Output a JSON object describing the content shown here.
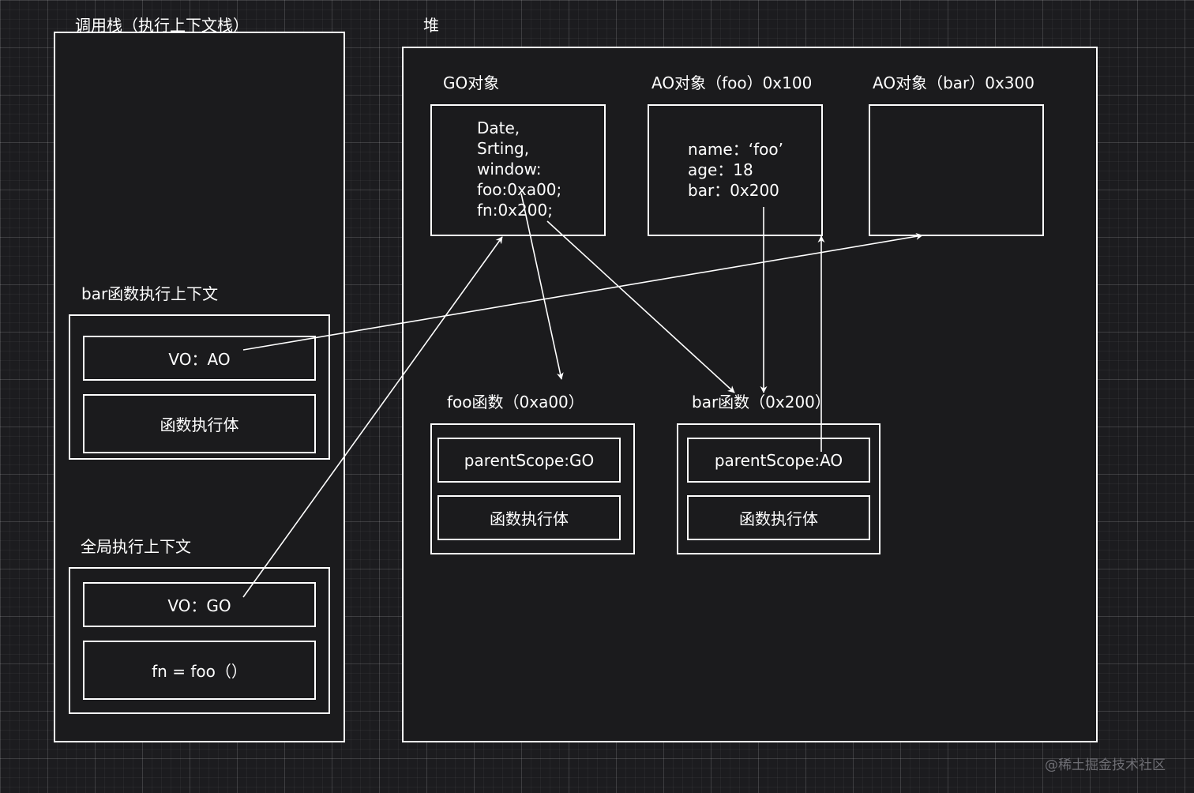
{
  "stack": {
    "title": "调用栈（执行上下文栈）",
    "bar_ctx": {
      "label": "bar函数执行上下文",
      "vo": "VO：AO",
      "body": "函数执行体"
    },
    "global_ctx": {
      "label": "全局执行上下文",
      "vo": "VO：GO",
      "body": "fn = foo（）"
    }
  },
  "heap": {
    "title": "堆",
    "go": {
      "label": "GO对象",
      "lines": [
        "Date,",
        "Srting,",
        "window:",
        "foo:0xa00;",
        "fn:0x200;"
      ]
    },
    "ao_foo": {
      "label": "AO对象（foo）0x100",
      "lines": [
        "name：‘foo’",
        "age：18",
        "bar：0x200"
      ]
    },
    "ao_bar": {
      "label": "AO对象（bar）0x300"
    },
    "foo_fn": {
      "label": "foo函数（0xa00）",
      "scope": "parentScope:GO",
      "body": "函数执行体"
    },
    "bar_fn": {
      "label": "bar函数（0x200）",
      "scope": "parentScope:AO",
      "body": "函数执行体"
    }
  },
  "watermark": "@稀土掘金技术社区",
  "colors": {
    "background": "#1c1c1f",
    "stroke": "#ffffff",
    "watermark": "#6e6e74"
  }
}
